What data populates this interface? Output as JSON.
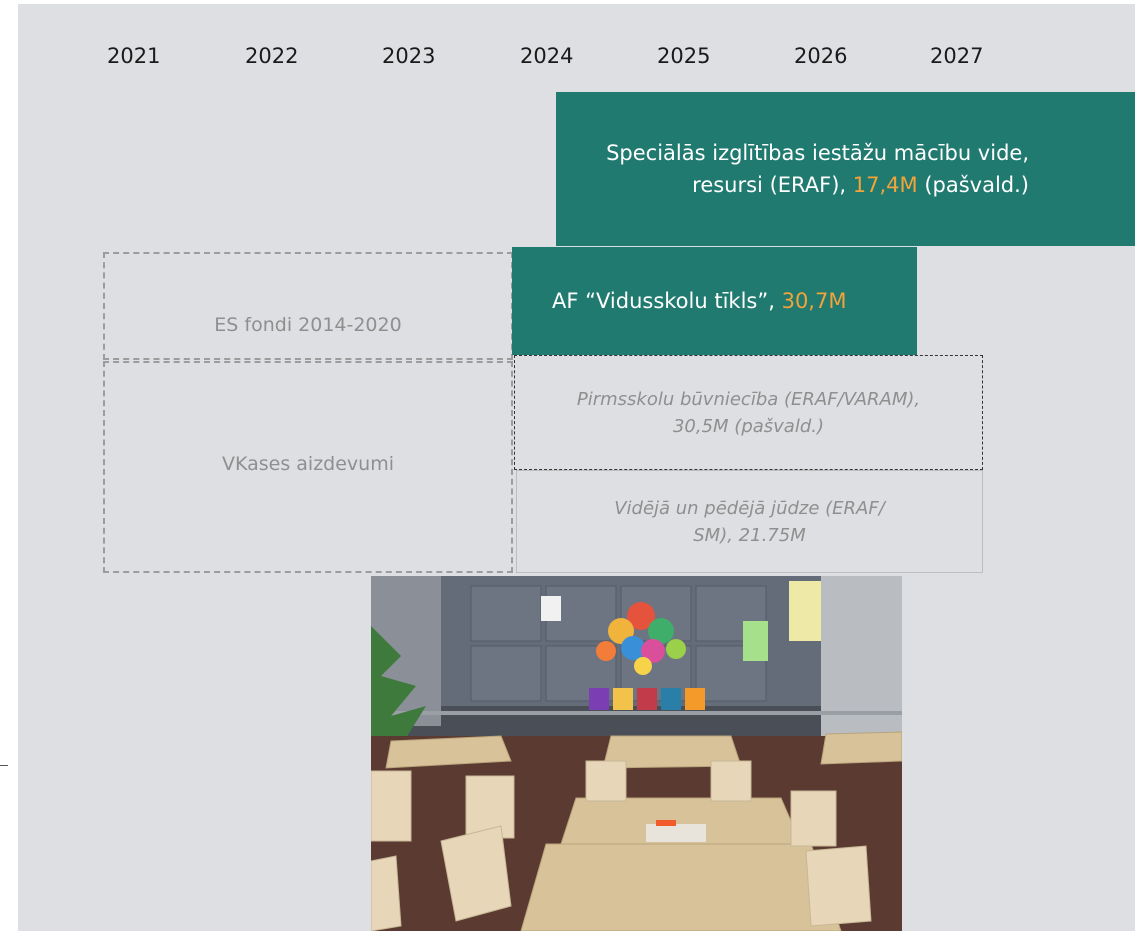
{
  "years": [
    "2021",
    "2022",
    "2023",
    "2024",
    "2025",
    "2026",
    "2027"
  ],
  "special_box": {
    "line1": "Speciālās izglītības iestāžu mācību vide,",
    "line2_pre": "resursi (ERAF), ",
    "line2_amount": "17,4M",
    "line2_post": " (pašvald.)"
  },
  "af_box": {
    "pre": "AF “Vidusskolu tīkls”, ",
    "amount": "30,7M"
  },
  "es_box": {
    "label": "ES fondi 2014-2020"
  },
  "vkases_box": {
    "label": "VKases aizdevumi"
  },
  "pirmsskolu_box": {
    "line1": "Pirmsskolu būvniecība (ERAF/VARAM),",
    "line2": "30,5M (pašvald.)"
  },
  "jude_box": {
    "line1": "Vidējā un pēdējā jūdze (ERAF/",
    "line2": "SM), 21.75M"
  },
  "colors": {
    "accent_green": "#217a6f",
    "highlight_orange": "#f2a33a"
  },
  "photo": {
    "subject": "classroom with desks and chairs"
  }
}
